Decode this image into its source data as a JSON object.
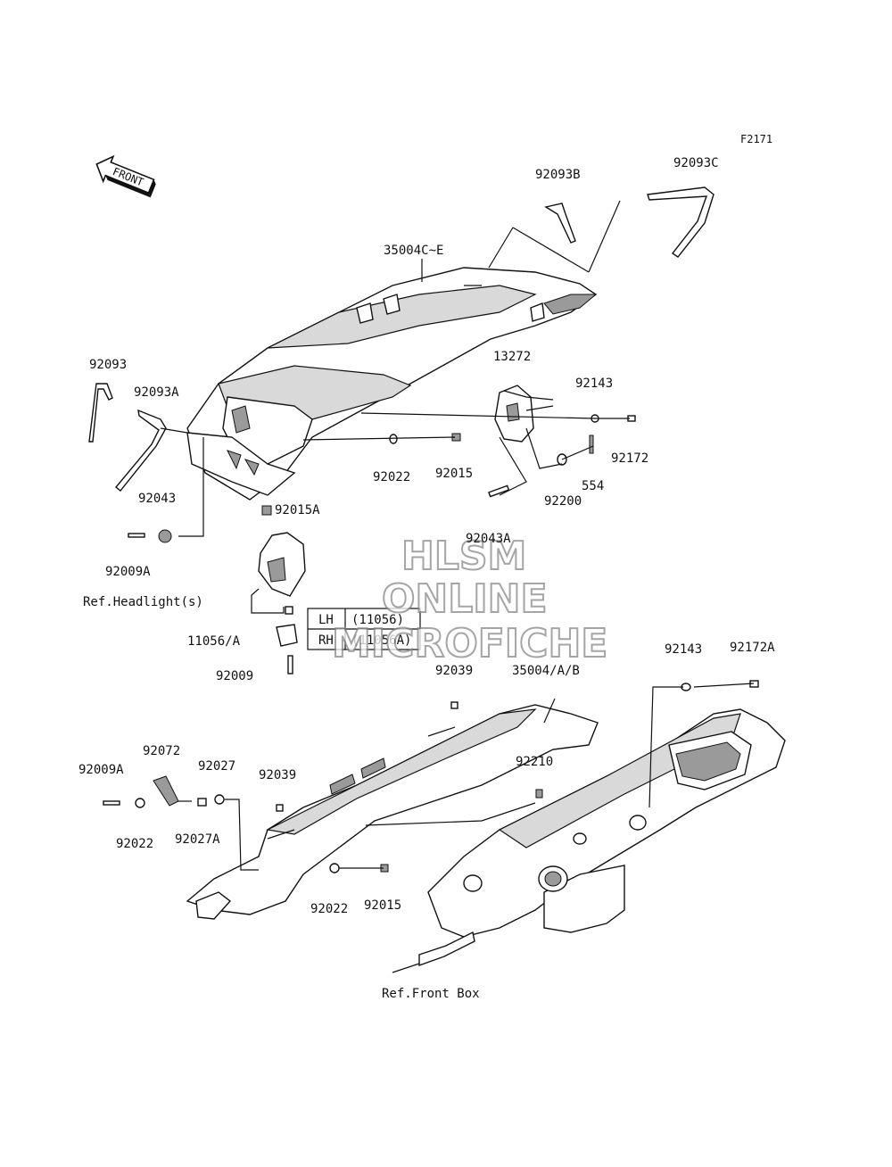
{
  "figure_code": "F2171",
  "front_arrow": "FRONT",
  "watermark": [
    "HLSM",
    "ONLINE",
    "MICROFICHE"
  ],
  "labels": {
    "p35004c_e": "35004C~E",
    "p92093b": "92093B",
    "p92093c": "92093C",
    "p92093": "92093",
    "p92093a": "92093A",
    "p13272": "13272",
    "p92143_top": "92143",
    "p92172": "92172",
    "p554": "554",
    "p92200": "92200",
    "p92022_top": "92022",
    "p92015_top": "92015",
    "p92015a": "92015A",
    "p92043": "92043",
    "p92009a_top": "92009A",
    "p92043a": "92043A",
    "ref_headlight": "Ref.Headlight(s)",
    "p11056a": "11056/A",
    "p92009": "92009",
    "p92039_top": "92039",
    "p35004_ab": "35004/A/B",
    "p92143_bot": "92143",
    "p92172a": "92172A",
    "p92072": "92072",
    "p92027": "92027",
    "p92009a_bot": "92009A",
    "p92039_bot": "92039",
    "p92210": "92210",
    "p92022_left": "92022",
    "p92027a": "92027A",
    "p92022_bot": "92022",
    "p92015_bot": "92015",
    "ref_front_box": "Ref.Front Box"
  },
  "side_table": [
    {
      "side": "LH",
      "part": "(11056)"
    },
    {
      "side": "RH",
      "part": "(11056A)"
    }
  ]
}
